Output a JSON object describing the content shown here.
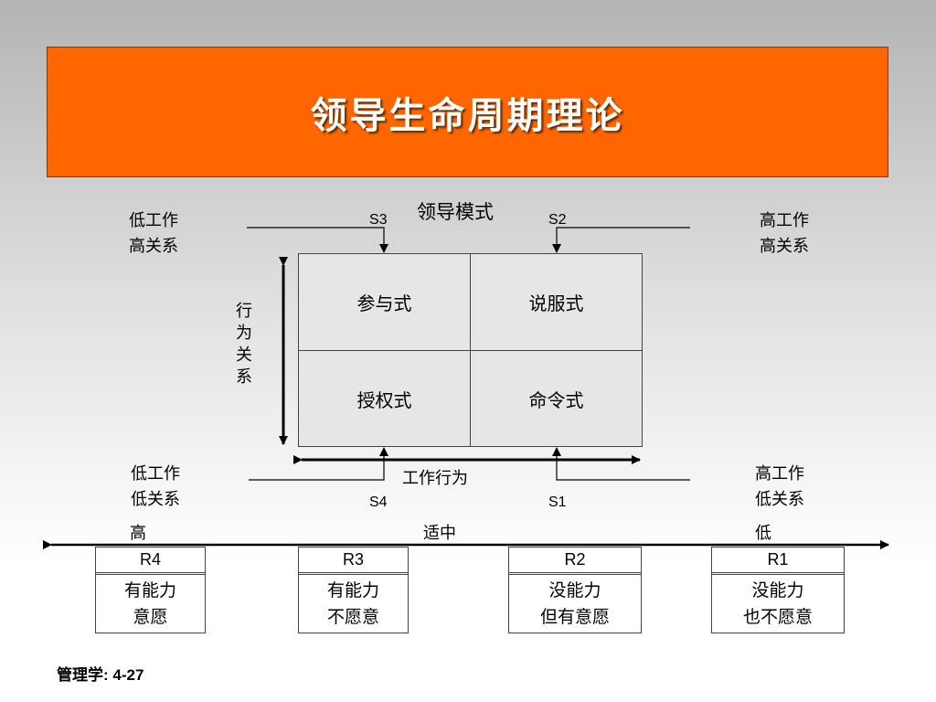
{
  "title": "领导生命周期理论",
  "leadership_mode_label": "领导模式",
  "corners": {
    "top_left": [
      "低工作",
      "高关系"
    ],
    "top_right": [
      "高工作",
      "高关系"
    ],
    "bottom_left": [
      "低工作",
      "低关系"
    ],
    "bottom_right": [
      "高工作",
      "低关系"
    ]
  },
  "styles": {
    "s3": "S3",
    "s2": "S2",
    "s4": "S4",
    "s1": "S1"
  },
  "grid": {
    "top_left": "参与式",
    "top_right": "说服式",
    "bottom_left": "授权式",
    "bottom_right": "命令式"
  },
  "axis": {
    "vertical": "行为关系",
    "horizontal": "工作行为"
  },
  "maturity_scale": {
    "high": "高",
    "mid": "适中",
    "low": "低"
  },
  "readiness": [
    {
      "code": "R4",
      "line1": "有能力",
      "line2": "意愿"
    },
    {
      "code": "R3",
      "line1": "有能力",
      "line2": "不愿意"
    },
    {
      "code": "R2",
      "line1": "没能力",
      "line2": "但有意愿"
    },
    {
      "code": "R1",
      "line1": "没能力",
      "line2": "也不愿意"
    }
  ],
  "footer": "管理学: 4-27"
}
